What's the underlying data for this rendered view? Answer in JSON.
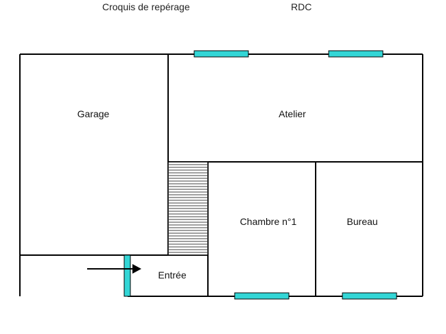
{
  "header": {
    "title": "Croquis de repérage",
    "level": "RDC"
  },
  "rooms": {
    "garage": "Garage",
    "atelier": "Atelier",
    "chambre": "Chambre n°1",
    "bureau": "Bureau",
    "entree": "Entrée"
  },
  "colors": {
    "wall": "#000000",
    "window": "#33d6d6",
    "background": "#ffffff"
  }
}
